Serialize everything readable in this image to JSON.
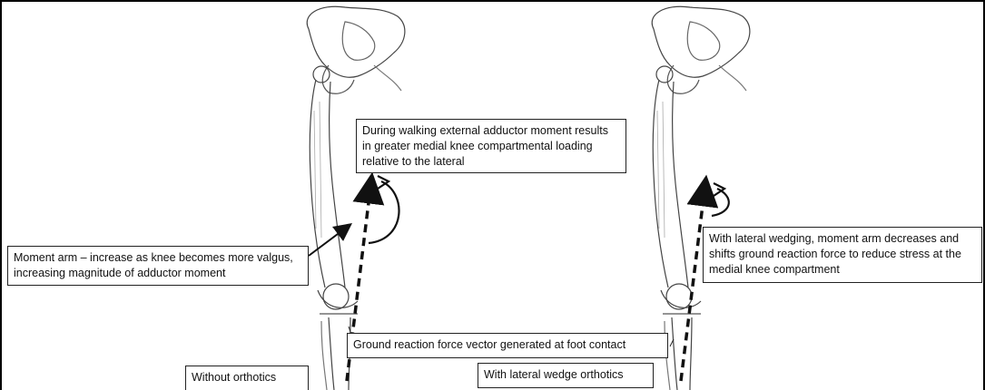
{
  "labels": {
    "walking_moment": "During walking external adductor moment results in greater medial knee compartmental loading relative to the lateral",
    "moment_arm": "Moment arm – increase as knee becomes more valgus, increasing magnitude of adductor moment",
    "lateral_wedging": "With lateral wedging, moment arm decreases and shifts ground reaction force to reduce stress at the medial knee compartment",
    "grf_vector": "Ground reaction force vector generated at foot contact",
    "without_orthotics": "Without orthotics",
    "with_orthotics": "With lateral wedge orthotics"
  },
  "colors": {
    "ink": "#111111",
    "bone_shade": "#8a8a8a",
    "frame": "#000000"
  }
}
